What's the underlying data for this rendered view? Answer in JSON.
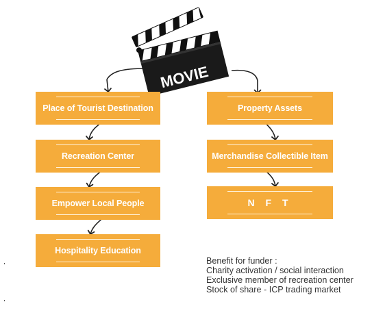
{
  "clapper": {
    "label": "MOVIE",
    "body_color": "#111111",
    "stripe_color": "#ffffff"
  },
  "box_color": "#f5ac3b",
  "left_column": [
    {
      "label": "Place of Tourist Destination"
    },
    {
      "label": "Recreation Center"
    },
    {
      "label": "Empower Local People"
    },
    {
      "label": "Hospitality Education"
    }
  ],
  "right_column": [
    {
      "label": "Property Assets"
    },
    {
      "label": "Merchandise Collectible Item"
    },
    {
      "label": "N F T"
    }
  ],
  "benefits": {
    "title": "Benefit for funder :",
    "items": [
      "Charity activation / social interaction",
      "Exclusive member of recreation center",
      "Stock of share - ICP trading market"
    ]
  }
}
